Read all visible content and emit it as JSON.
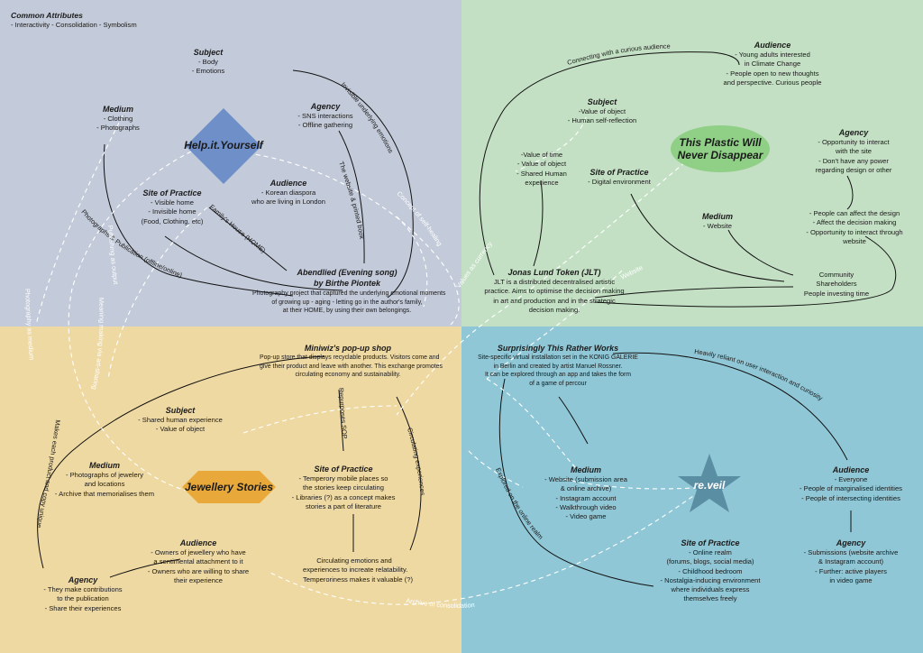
{
  "common": {
    "title": "Common Attributes",
    "subtitle": "- Interactivity - Consolidation - Symbolism"
  },
  "colors": {
    "tl": "#c3cad9",
    "tr": "#c4e0c4",
    "bl": "#efd9a3",
    "br": "#8fc7d6",
    "diamond": "#6f8fc9",
    "ellipse": "#8fcf86",
    "hexagon": "#e8a93a",
    "star": "#5a8ea3"
  },
  "tl": {
    "shape_label": "Help.it.Yourself",
    "subject": {
      "h": "Subject",
      "lines": [
        "- Body",
        "- Emotions"
      ]
    },
    "medium": {
      "h": "Medium",
      "lines": [
        "- Clothing",
        "- Photographs"
      ]
    },
    "agency": {
      "h": "Agency",
      "lines": [
        "- SNS interactions",
        "- Offline gathering"
      ]
    },
    "audience": {
      "h": "Audience",
      "lines": [
        "- Korean diaspora",
        "who are living in London"
      ]
    },
    "site": {
      "h": "Site of Practice",
      "lines": [
        "- Visible home",
        "- Invisible home",
        "(Food, Clothing, etc)"
      ]
    },
    "abend": {
      "h1": "Abendlied (Evening song)",
      "h2": "by Birthe Piontek",
      "lines": [
        "Photography project that captured the underlying emotional moments",
        "of growing up - aging - letting go in the author's family,",
        "at their HOME, by using their own belongings."
      ]
    },
    "edges": [
      "Invisible underlying emotions",
      "The website & printed book",
      "Family's House (HOME)",
      "Photographs & Publication (offline/online)",
      "Concept of self-healing"
    ]
  },
  "tr": {
    "shape_label": [
      "This Plastic Will",
      "Never Disappear"
    ],
    "audience": {
      "h": "Audience",
      "lines": [
        "- Young adults interested",
        "in Climate Change",
        "- People open to new thoughts",
        "and perspective. Curious people"
      ]
    },
    "subject": {
      "h": "Subject",
      "lines": [
        "-Value of object",
        "- Human self-reflection"
      ]
    },
    "agency": {
      "h": "Agency",
      "lines": [
        "- Opportunity to interact",
        "with the site",
        "- Don't have any power",
        "regarding design or other"
      ]
    },
    "value": {
      "lines": [
        "-Value of time",
        "- Value of object",
        "- Shared Human",
        "experience"
      ]
    },
    "site": {
      "h": "Site of Practice",
      "lines": [
        "- Digital environment"
      ]
    },
    "people": {
      "lines": [
        "- People can affect the design",
        "- Affect the decision making",
        "- Opportunity to interact through",
        "website"
      ]
    },
    "medium": {
      "h": "Medium",
      "lines": [
        "- Website"
      ]
    },
    "community": {
      "lines": [
        "Community",
        "Shareholders",
        "People investing time"
      ]
    },
    "jlt": {
      "h": "Jonas Lund Token (JLT)",
      "lines": [
        "JLT is a distributed decentralised artistic",
        "practice. Aims to optimise the decision making",
        "in art and production and in the strategic",
        "decision making."
      ]
    },
    "edges": [
      "Connecting with a curious audience",
      "Values as currency",
      "Website"
    ]
  },
  "bl": {
    "shape_label": "Jewellery Stories",
    "miniwiz": {
      "h": "Miniwiz's pop-up shop",
      "lines": [
        "Pop-up store that displays recyclable products. Visitors come and",
        "give their product and leave with another. This exchange promotes",
        "circulating economy and sustainability."
      ]
    },
    "subject": {
      "h": "Subject",
      "lines": [
        "- Shared human experience",
        "- Value of object"
      ]
    },
    "medium": {
      "h": "Medium",
      "lines": [
        "- Photographs of jewelery",
        "and locations",
        "- Archive that memorialises them"
      ]
    },
    "site": {
      "h": "Site of Practice",
      "lines": [
        "- Temperory mobile places so",
        "the stories keep circulating",
        "- Libraries (?) as a concept makes",
        "stories a part of literature"
      ]
    },
    "audience": {
      "h": "Audience",
      "lines": [
        "- Owners of jewellery who have",
        "a sentimental attachment to it",
        "- Owners who are willing to share",
        "their experience"
      ]
    },
    "agency": {
      "h": "Agency",
      "lines": [
        "- They make contributions",
        "to the publication",
        "- Share their experiences"
      ]
    },
    "circ": {
      "lines": [
        "Circulating emotions and",
        "experiences to increate relatability.",
        "Temperoriness makes it valuable (?)"
      ]
    },
    "edges": [
      "Repurposes SOP",
      "Circulating experiences",
      "Makes each product and copy unique",
      "Photography as medium",
      "Publishing as output",
      "Meaning making via art-sharing"
    ]
  },
  "br": {
    "shape_label": "re.veil",
    "str": {
      "h": "Surprisingly This Rather Works",
      "lines": [
        "Site-specific virtual installation set in the KONIG GALERIE",
        "in Berlin and created by artist Manuel Rossner.",
        "It can be explored through an app and takes the form",
        "of a game of percour"
      ]
    },
    "medium": {
      "h": "Medium",
      "lines": [
        "- Website (submission area",
        "& online archive)",
        "- Instagram account",
        "- Walkthrough video",
        "- Video game"
      ]
    },
    "audience": {
      "h": "Audience",
      "lines": [
        "- Everyone",
        "- People of marginalised identities",
        "- People of intersecting identities"
      ]
    },
    "agency": {
      "h": "Agency",
      "lines": [
        "- Submissions (website archive",
        "& Instagram account)",
        "- Further: active players",
        "in video game"
      ]
    },
    "site": {
      "h": "Site of Practice",
      "lines": [
        "- Online realm",
        "(forums, blogs, social media)",
        "- Childhood bedroom",
        "- Nostalgia-inducing environment",
        "where individuals express",
        "themselves freely"
      ]
    },
    "edges": [
      "Heavily reliant on user interaction and curiosity",
      "Explored on the online realm",
      "Archive of consolidation"
    ]
  }
}
